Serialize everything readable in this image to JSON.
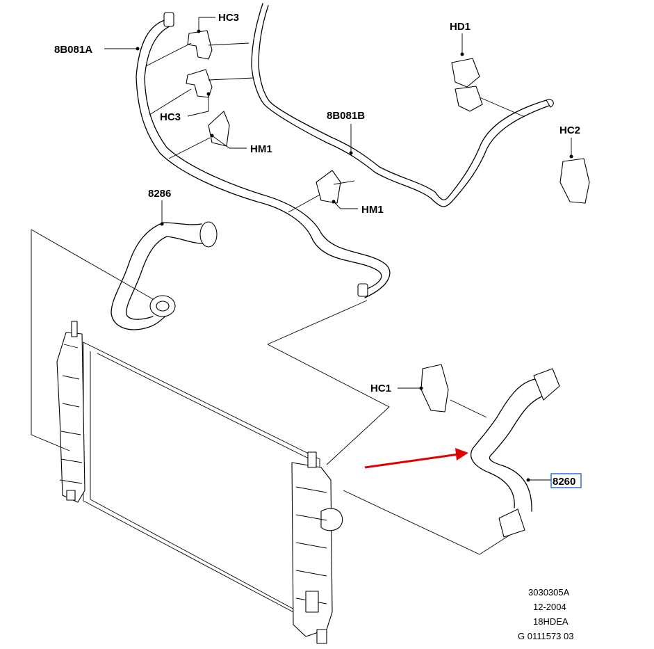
{
  "labels": {
    "hose_8b081a": "8B081A",
    "clip_hc3_top": "HC3",
    "clip_hc3_mid": "HC3",
    "clip_hd1": "HD1",
    "hose_8b081b": "8B081B",
    "clip_hc2": "HC2",
    "clip_hm1_left": "HM1",
    "clip_hm1_right": "HM1",
    "hose_8286": "8286",
    "clip_hc1": "HC1",
    "hose_8260": "8260"
  },
  "footer": {
    "line1": "3030305A",
    "line2": "12-2004",
    "line3": "18HDEA",
    "line4": "G 0111573 03"
  },
  "colors": {
    "highlight_box": "#2a6fd6",
    "arrow": "#e00000"
  }
}
